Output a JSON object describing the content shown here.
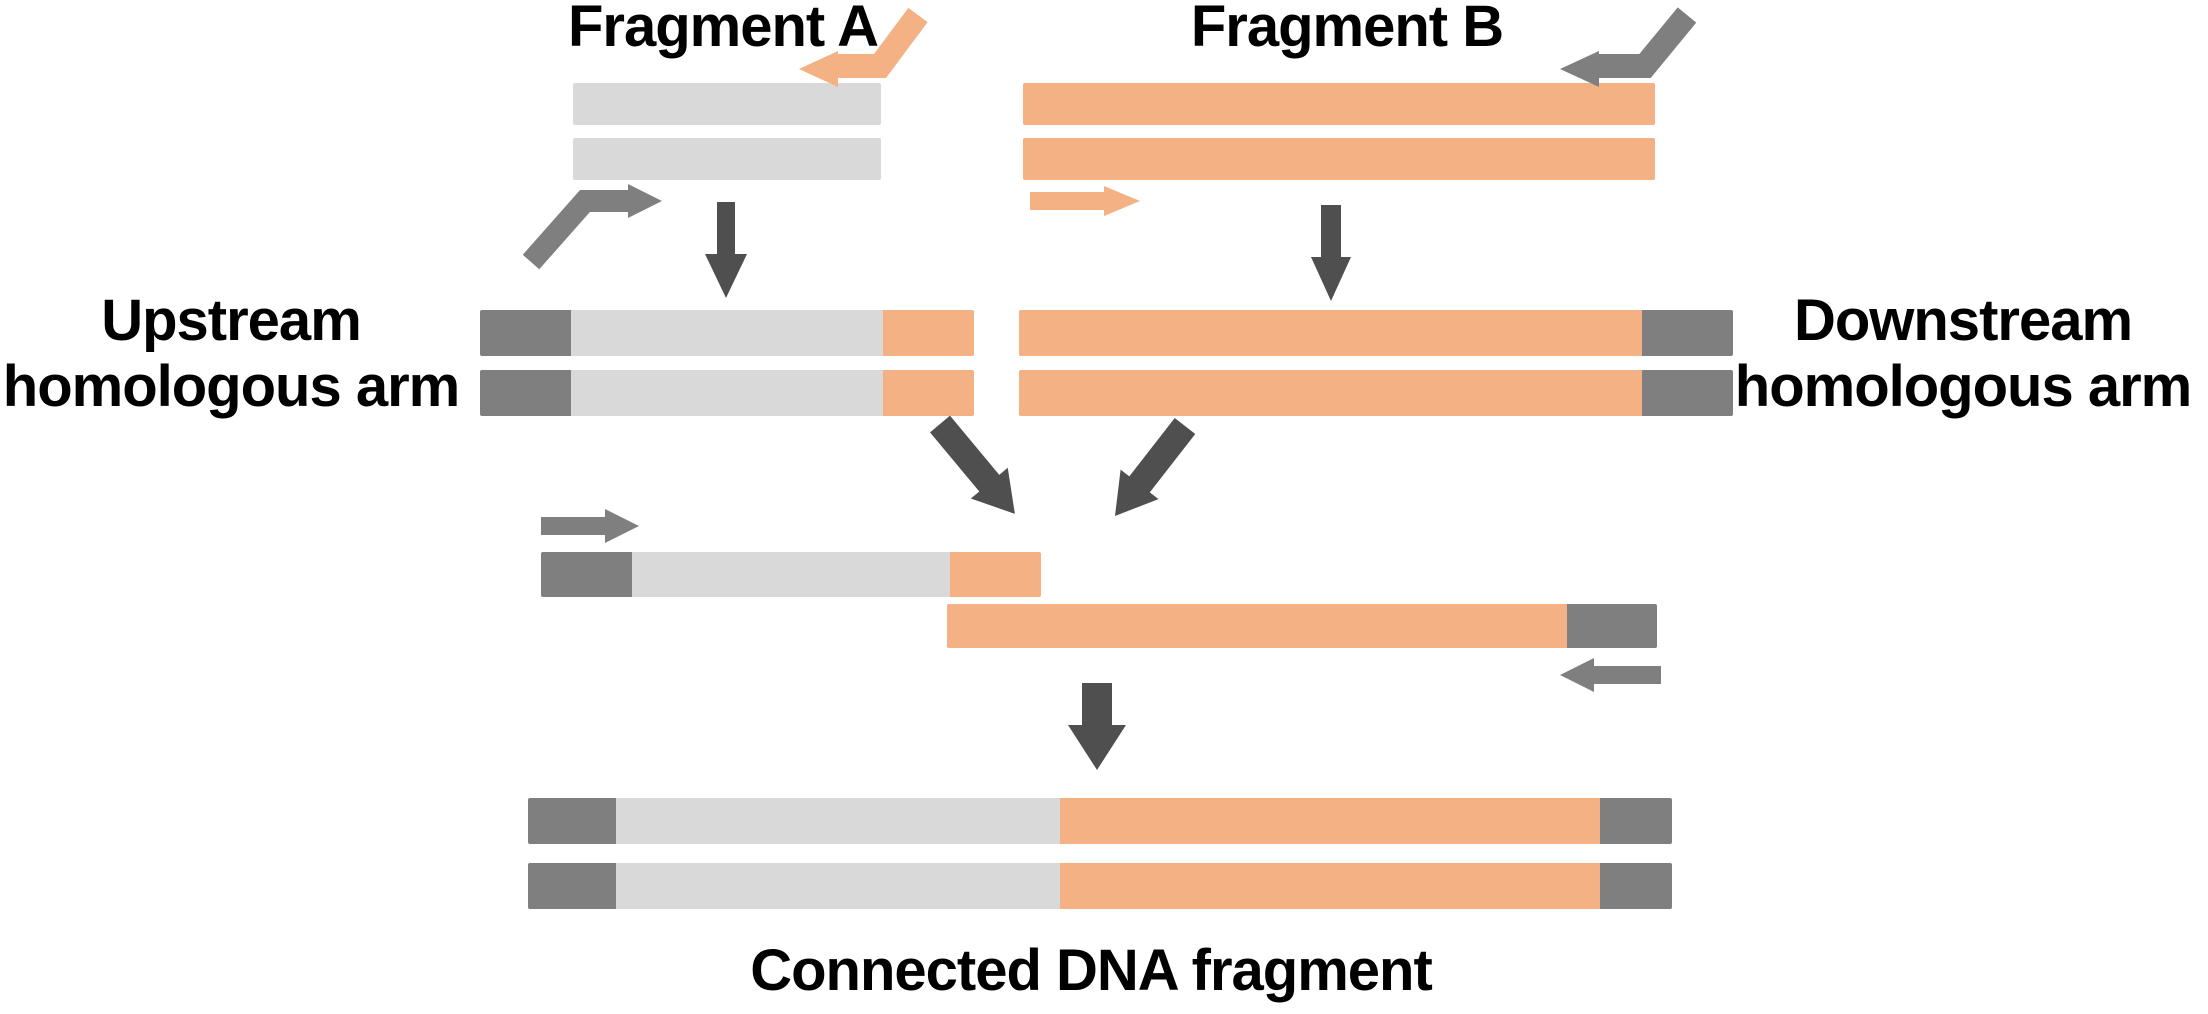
{
  "labels": {
    "fragment_a": "Fragment A",
    "fragment_b": "Fragment B",
    "upstream_line1": "Upstream",
    "upstream_line2": "homologous arm",
    "downstream_line1": "Downstream",
    "downstream_line2": "homologous arm",
    "connected": "Connected DNA fragment"
  },
  "colors": {
    "fragment_a_strand": "#D9D9D9",
    "fragment_b_strand": "#F4B183",
    "homologous_arm": "#7F7F7F",
    "primer_gray": "#7F7F7F",
    "primer_orange": "#F4B183",
    "process_arrow": "#4F4F4F",
    "text": "#000000",
    "background": "#FFFFFF"
  }
}
